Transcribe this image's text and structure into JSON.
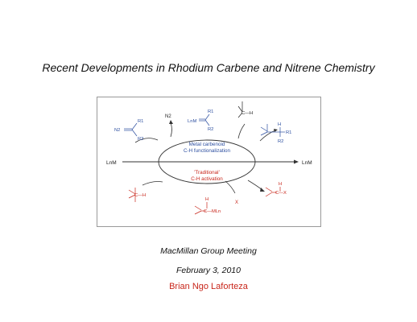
{
  "title": "Recent Developments in Rhodium Carbene and Nitrene Chemistry",
  "scheme": {
    "left_reagent": "LnM",
    "right_product": "LnM",
    "top_label_line1": "Metal carbenoid",
    "top_label_line2": "C-H functionalization",
    "bottom_label_line1": "'Traditional'",
    "bottom_label_line2": "C-H activation",
    "n2": "N2",
    "diazo_n2": "N2",
    "r1": "R1",
    "r2": "R2",
    "carbenoid_metal": "LnM",
    "substrate_ch": "C—H",
    "product_h": "H",
    "product_r1": "R1",
    "product_r2": "R2",
    "bottom_ch": "C—H",
    "bottom_h": "H",
    "bottom_cmln": "C—MLn",
    "bottom_x": "X",
    "bottom_product_h": "H",
    "bottom_product_cx": "C—X",
    "colors": {
      "blue": "#2d4fa0",
      "red": "#c8261b",
      "black": "#222222"
    }
  },
  "meeting": "MacMillan Group Meeting",
  "date": "February 3, 2010",
  "author": "Brian Ngo Laforteza"
}
